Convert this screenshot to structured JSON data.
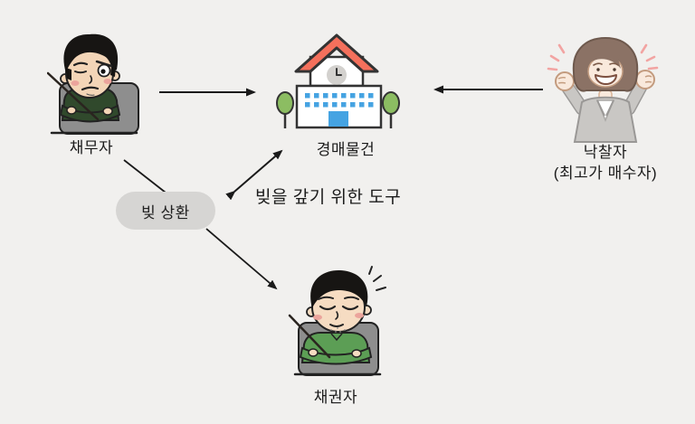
{
  "diagram": {
    "title_none": "",
    "background": "#f1f0ee",
    "nodes": {
      "debtor": {
        "label": "채무자",
        "icon": "debtor-figure"
      },
      "auction_item": {
        "label": "경매물건",
        "icon": "school-building-icon"
      },
      "winning_bidder": {
        "label": "낙찰자",
        "sublabel": "(최고가 매수자)",
        "icon": "winning-bidder-figure"
      },
      "debt_repayment": {
        "label": "빚 상환",
        "shape": "gray-pill"
      },
      "creditor": {
        "label": "채권자",
        "icon": "creditor-figure"
      }
    },
    "annotation": {
      "tool_note": "빚을 갚기 위한 도구"
    },
    "edges": [
      {
        "id": "debtor-to-auction",
        "from": "debtor",
        "to": "auction_item",
        "style": "arrow-right"
      },
      {
        "id": "bidder-to-auction",
        "from": "winning_bidder",
        "to": "auction_item",
        "style": "arrow-left"
      },
      {
        "id": "debtor-to-repayment",
        "from": "debtor",
        "to": "debt_repayment",
        "style": "plain-line"
      },
      {
        "id": "auction-repayment-link",
        "from": "auction_item",
        "to": "debt_repayment",
        "style": "double-headed-arrow",
        "note_ref": "tool_note"
      },
      {
        "id": "repayment-to-creditor",
        "from": "debt_repayment",
        "to": "creditor",
        "style": "arrow"
      }
    ],
    "palette": {
      "background": "#f1f0ee",
      "line": "#1a1a1a",
      "text": "#1b1b1b",
      "pill_gray": "#d6d5d3",
      "roof_coral": "#f4705c",
      "window_blue": "#45a3e2",
      "tree_green": "#8cbd62",
      "clock_gray": "#d3d1ce",
      "chair_gray": "#8e8e8e",
      "debtor_shirt_green": "#30492c",
      "creditor_shirt_green": "#5c9e55",
      "suit_gray": "#c9c7c4",
      "hair_brown": "#8b7265",
      "skin": "#f3d5b7",
      "blush_pink": "#eba49c",
      "excite_pink": "#f2a4a2"
    }
  }
}
